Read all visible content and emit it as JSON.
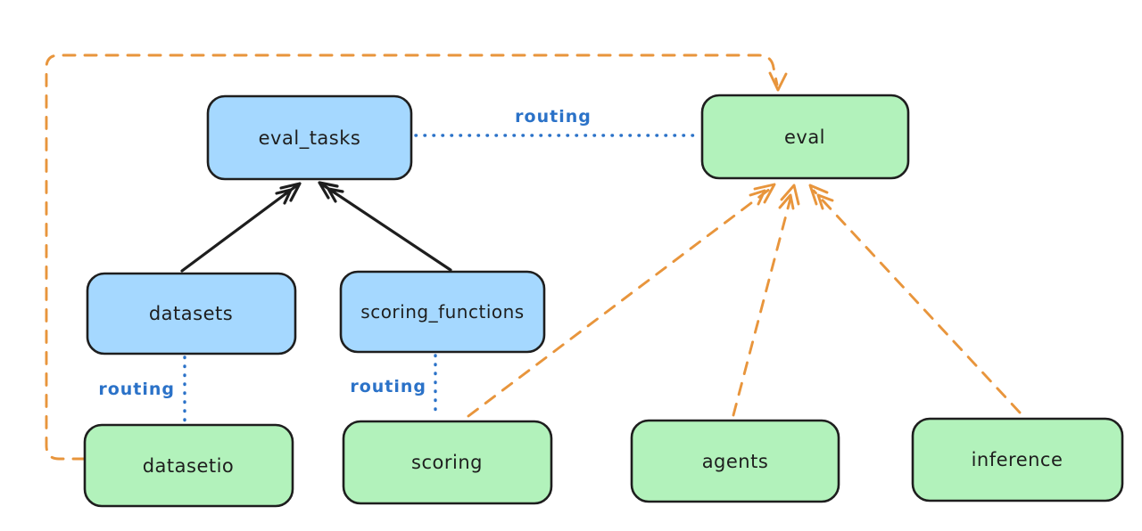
{
  "colors": {
    "background": "#ffffff",
    "node_border": "#1e1e1e",
    "blue_fill": "#a5d8ff",
    "green_fill": "#b2f2bb",
    "label_text": "#1e1e1e",
    "routing_blue": "#2b72c8",
    "arrow_black": "#1e1e1e",
    "arrow_orange": "#e8953c"
  },
  "nodes": [
    {
      "id": "eval_tasks",
      "label": "eval_tasks",
      "color": "blue"
    },
    {
      "id": "eval",
      "label": "eval",
      "color": "green"
    },
    {
      "id": "datasets",
      "label": "datasets",
      "color": "blue"
    },
    {
      "id": "scoring_functions",
      "label": "scoring_functions",
      "color": "blue"
    },
    {
      "id": "datasetio",
      "label": "datasetio",
      "color": "green"
    },
    {
      "id": "scoring",
      "label": "scoring",
      "color": "green"
    },
    {
      "id": "agents",
      "label": "agents",
      "color": "green"
    },
    {
      "id": "inference",
      "label": "inference",
      "color": "green"
    }
  ],
  "edges": [
    {
      "from": "eval_tasks",
      "to": "eval",
      "label": "routing",
      "style": "dotted-blue"
    },
    {
      "from": "datasets",
      "to": "datasetio",
      "label": "routing",
      "style": "dotted-blue"
    },
    {
      "from": "scoring_functions",
      "to": "scoring",
      "label": "routing",
      "style": "dotted-blue"
    },
    {
      "from": "datasets",
      "to": "eval_tasks",
      "label": "",
      "style": "solid-black-arrow"
    },
    {
      "from": "scoring_functions",
      "to": "eval_tasks",
      "label": "",
      "style": "solid-black-arrow"
    },
    {
      "from": "datasetio",
      "to": "eval",
      "label": "",
      "style": "dashed-orange-arrow-loop"
    },
    {
      "from": "scoring",
      "to": "eval",
      "label": "",
      "style": "dashed-orange-arrow"
    },
    {
      "from": "agents",
      "to": "eval",
      "label": "",
      "style": "dashed-orange-arrow"
    },
    {
      "from": "inference",
      "to": "eval",
      "label": "",
      "style": "dashed-orange-arrow"
    }
  ]
}
